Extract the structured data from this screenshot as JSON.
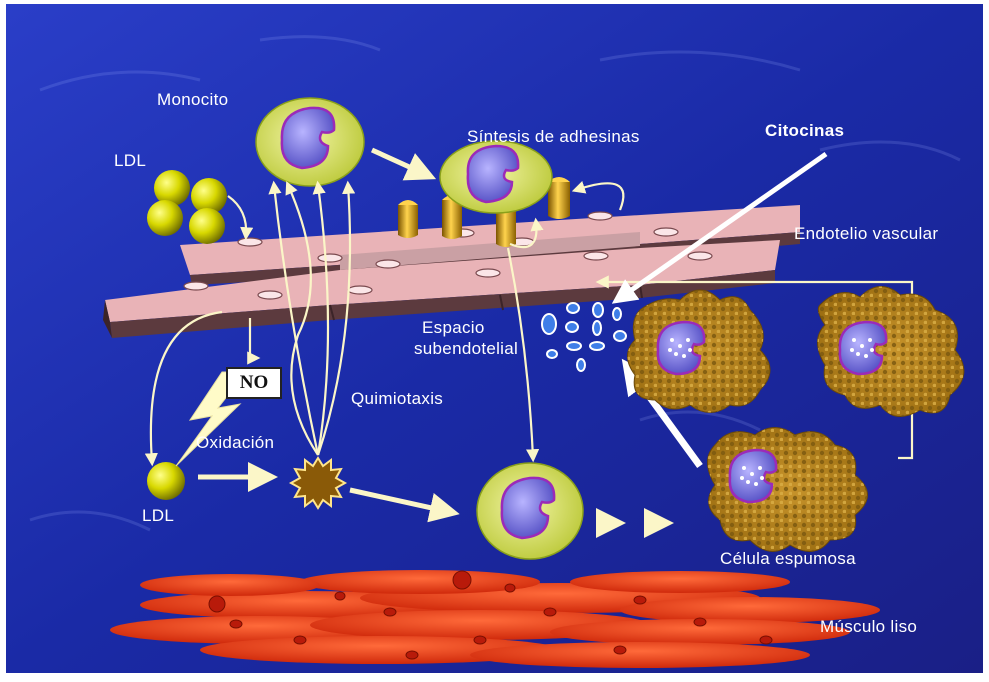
{
  "labels": {
    "monocito": "Monocito",
    "ldl_top": "LDL",
    "sintesis": "Síntesis de adhesinas",
    "citocinas": "Citocinas",
    "endotelio": "Endotelio vascular",
    "espacio_line1": "Espacio",
    "espacio_line2": "subendotelial",
    "no": "NO",
    "quimiotaxis": "Quimiotaxis",
    "oxidacion": "Oxidación",
    "ldl_bottom": "LDL",
    "celula": "Célula espumosa",
    "musculo": "Músculo liso"
  },
  "colors": {
    "background": "#1b2a9a",
    "membrane": "#e9b3b7",
    "ldl": "#e0e000",
    "monocyte": "#d9e36a",
    "nucleus": "#6b63d8",
    "foam_cell": "#b8861a",
    "muscle": "#e52a10",
    "arrow": "#fbf6c8"
  },
  "icons": [
    "lightning-icon",
    "oxidized-ldl-starburst-icon"
  ]
}
